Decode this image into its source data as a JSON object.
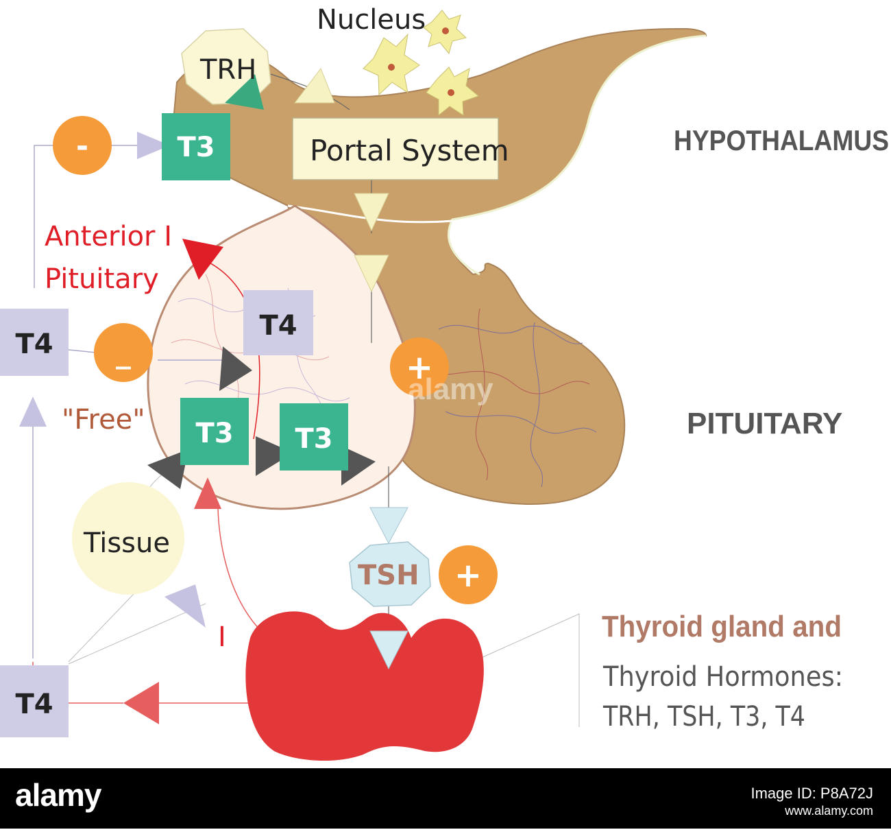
{
  "labels": {
    "nucleus": "Nucleus",
    "trh": "TRH",
    "portal_system": "Portal System",
    "hypothalamus": "HYPOTHALAMUS",
    "pituitary": "PITUITARY",
    "anterior_line1": "Anterior I",
    "anterior_line2": "Pituitary",
    "free": "\"Free\"",
    "tissue": "Tissue",
    "tsh": "TSH",
    "iodine": "I",
    "t3": "T3",
    "t4": "T4",
    "minus": "-",
    "minus_long": "_",
    "plus": "+",
    "thyroid_title": "Thyroid gland and",
    "thyroid_sub1": "Thyroid Hormones:",
    "thyroid_sub2": "TRH, TSH, T3, T4"
  },
  "watermark": {
    "logo": "alamy",
    "image_id": "Image ID: P8A72J",
    "url": "www.alamy.com"
  },
  "colors": {
    "hypothalamus_fill": "#c9a06a",
    "pituitary_anterior_fill": "#fdf1e7",
    "t3_box": "#3bb58f",
    "t4_box": "#cfcce6",
    "orange_circle": "#f59b3a",
    "trh_fill": "#fbf6d3",
    "tsh_fill": "#d5ecf3",
    "thyroid_red": "#e2383a",
    "arrow_dark": "#555555",
    "arrow_red": "#e75e5e",
    "arrow_lavender": "#c4c2e0",
    "arrow_yellow": "#f7f2c4",
    "arrow_green": "#3ba97f",
    "arrow_bright_red": "#e01e27",
    "label_red": "#e01e27",
    "label_brown": "#b07a66",
    "label_gray": "#555555"
  }
}
